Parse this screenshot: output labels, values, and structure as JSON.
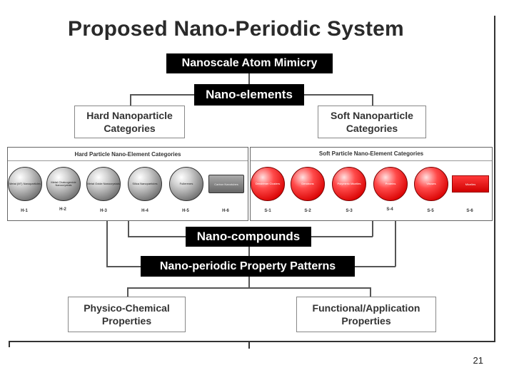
{
  "title": "Proposed Nano-Periodic  System",
  "boxes": {
    "mimicry": "Nanoscale Atom Mimicry",
    "elements": "Nano-elements",
    "hard_cat": "Hard Nanoparticle Categories",
    "soft_cat": "Soft Nanoparticle Categories",
    "compounds": "Nano-compounds",
    "patterns": "Nano-periodic Property Patterns",
    "physico": "Physico-Chemical Properties",
    "functional": "Functional/Application Properties"
  },
  "panels": {
    "hard_header": "Hard  Particle Nano-Element Categories",
    "soft_header": "Soft Particle Nano-Element Categories"
  },
  "hard_items": [
    {
      "code": "H-1",
      "label": "Metal (M°) Nanoparticles"
    },
    {
      "code": "H-2",
      "label": "Metal Chalcogenide Nanocrystals"
    },
    {
      "code": "H-3",
      "label": "Metal Oxide Nanocrystals"
    },
    {
      "code": "H-4",
      "label": "Silica Nanoparticles"
    },
    {
      "code": "H-5",
      "label": "Fullerenes"
    },
    {
      "code": "H-6",
      "label": "Carbon Nanotubes"
    }
  ],
  "soft_items": [
    {
      "code": "S-1",
      "label": "Dendrimer Clusters"
    },
    {
      "code": "S-2",
      "label": "Dendrons"
    },
    {
      "code": "S-3",
      "label": "Polymeric Micelles"
    },
    {
      "code": "S-4",
      "label": "Proteins"
    },
    {
      "code": "S-5",
      "label": "Viruses"
    },
    {
      "code": "S-6",
      "label": "Micelles"
    }
  ],
  "page_number": "21"
}
